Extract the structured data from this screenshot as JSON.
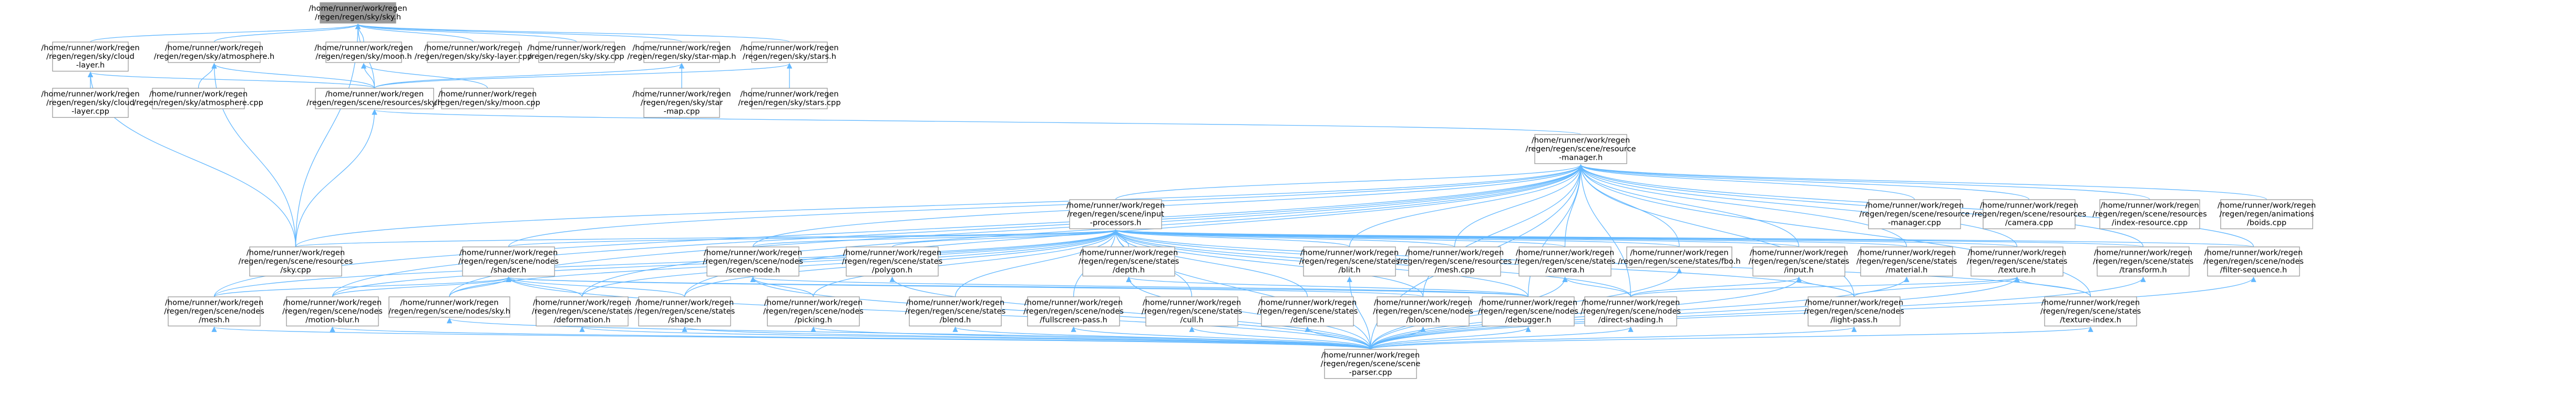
{
  "graph": {
    "colors": {
      "root_fill": "#999999",
      "node_fill": "#ffffff",
      "border": "#999999",
      "highlight_border": "#ff0000",
      "edge": "#63b8ff"
    },
    "nodes": [
      {
        "id": "sky_h",
        "lines": [
          "/home/runner/work/regen",
          "/regen/regen/sky/sky.h"
        ],
        "root": true
      },
      {
        "id": "cloud_layer_h",
        "lines": [
          "/home/runner/work/regen",
          "/regen/regen/sky/cloud",
          "-layer.h"
        ]
      },
      {
        "id": "atmosphere_h",
        "lines": [
          "/home/runner/work/regen",
          "/regen/regen/sky/atmosphere.h"
        ]
      },
      {
        "id": "moon_h",
        "lines": [
          "/home/runner/work/regen",
          "/regen/regen/sky/moon.h"
        ]
      },
      {
        "id": "sky_layer_cpp",
        "lines": [
          "/home/runner/work/regen",
          "/regen/regen/sky/sky-layer.cpp"
        ]
      },
      {
        "id": "sky_cpp",
        "lines": [
          "/home/runner/work/regen",
          "/regen/regen/sky/sky.cpp"
        ]
      },
      {
        "id": "star_map_h",
        "lines": [
          "/home/runner/work/regen",
          "/regen/regen/sky/star-map.h"
        ]
      },
      {
        "id": "stars_h",
        "lines": [
          "/home/runner/work/regen",
          "/regen/regen/sky/stars.h"
        ]
      },
      {
        "id": "cloud_layer_cpp",
        "lines": [
          "/home/runner/work/regen",
          "/regen/regen/sky/cloud",
          "-layer.cpp"
        ]
      },
      {
        "id": "atmosphere_cpp",
        "lines": [
          "/home/runner/work/regen",
          "/regen/regen/sky/atmosphere.cpp"
        ]
      },
      {
        "id": "res_sky_h",
        "lines": [
          "/home/runner/work/regen",
          "/regen/regen/scene/resources/sky.h"
        ]
      },
      {
        "id": "moon_cpp",
        "lines": [
          "/home/runner/work/regen",
          "/regen/regen/sky/moon.cpp"
        ]
      },
      {
        "id": "star_map_cpp",
        "lines": [
          "/home/runner/work/regen",
          "/regen/regen/sky/star",
          "-map.cpp"
        ]
      },
      {
        "id": "stars_cpp",
        "lines": [
          "/home/runner/work/regen",
          "/regen/regen/sky/stars.cpp"
        ]
      },
      {
        "id": "resource_manager_h",
        "lines": [
          "/home/runner/work/regen",
          "/regen/regen/scene/resource",
          "-manager.h"
        ]
      },
      {
        "id": "input_processors_h",
        "lines": [
          "/home/runner/work/regen",
          "/regen/regen/scene/input",
          "-processors.h"
        ],
        "highlight": true
      },
      {
        "id": "resource_manager_cpp",
        "lines": [
          "/home/runner/work/regen",
          "/regen/regen/scene/resource",
          "-manager.cpp"
        ]
      },
      {
        "id": "res_camera_cpp",
        "lines": [
          "/home/runner/work/regen",
          "/regen/regen/scene/resources",
          "/camera.cpp"
        ]
      },
      {
        "id": "res_index_resource_cpp",
        "lines": [
          "/home/runner/work/regen",
          "/regen/regen/scene/resources",
          "/index-resource.cpp"
        ]
      },
      {
        "id": "anim_boids_cpp",
        "lines": [
          "/home/runner/work/regen",
          "/regen/regen/animations",
          "/boids.cpp"
        ]
      },
      {
        "id": "res_sky_cpp",
        "lines": [
          "/home/runner/work/regen",
          "/regen/regen/scene/resources",
          "/sky.cpp"
        ]
      },
      {
        "id": "nodes_shader_h",
        "lines": [
          "/home/runner/work/regen",
          "/regen/regen/scene/nodes",
          "/shader.h"
        ]
      },
      {
        "id": "nodes_scene_node_h",
        "lines": [
          "/home/runner/work/regen",
          "/regen/regen/scene/nodes",
          "/scene-node.h"
        ],
        "highlight": true
      },
      {
        "id": "states_polygon_h",
        "lines": [
          "/home/runner/work/regen",
          "/regen/regen/scene/states",
          "/polygon.h"
        ]
      },
      {
        "id": "states_depth_h",
        "lines": [
          "/home/runner/work/regen",
          "/regen/regen/scene/states",
          "/depth.h"
        ]
      },
      {
        "id": "states_blit_h",
        "lines": [
          "/home/runner/work/regen",
          "/regen/regen/scene/states",
          "/blit.h"
        ]
      },
      {
        "id": "res_mesh_cpp",
        "lines": [
          "/home/runner/work/regen",
          "/regen/regen/scene/resources",
          "/mesh.cpp"
        ]
      },
      {
        "id": "states_camera_h",
        "lines": [
          "/home/runner/work/regen",
          "/regen/regen/scene/states",
          "/camera.h"
        ]
      },
      {
        "id": "states_fbo_h",
        "lines": [
          "/home/runner/work/regen",
          "/regen/regen/scene/states/fbo.h"
        ]
      },
      {
        "id": "states_input_h",
        "lines": [
          "/home/runner/work/regen",
          "/regen/regen/scene/states",
          "/input.h"
        ],
        "highlight": true
      },
      {
        "id": "states_material_h",
        "lines": [
          "/home/runner/work/regen",
          "/regen/regen/scene/states",
          "/material.h"
        ]
      },
      {
        "id": "states_texture_h",
        "lines": [
          "/home/runner/work/regen",
          "/regen/regen/scene/states",
          "/texture.h"
        ]
      },
      {
        "id": "states_transform_h",
        "lines": [
          "/home/runner/work/regen",
          "/regen/regen/scene/states",
          "/transform.h"
        ]
      },
      {
        "id": "nodes_filter_sequence_h",
        "lines": [
          "/home/runner/work/regen",
          "/regen/regen/scene/nodes",
          "/filter-sequence.h"
        ]
      },
      {
        "id": "nodes_mesh_h",
        "lines": [
          "/home/runner/work/regen",
          "/regen/regen/scene/nodes",
          "/mesh.h"
        ],
        "highlight": true
      },
      {
        "id": "nodes_motion_blur_h",
        "lines": [
          "/home/runner/work/regen",
          "/regen/regen/scene/nodes",
          "/motion-blur.h"
        ]
      },
      {
        "id": "nodes_sky_h",
        "lines": [
          "/home/runner/work/regen",
          "/regen/regen/scene/nodes/sky.h"
        ]
      },
      {
        "id": "states_deformation_h",
        "lines": [
          "/home/runner/work/regen",
          "/regen/regen/scene/states",
          "/deformation.h"
        ],
        "highlight": true
      },
      {
        "id": "states_shape_h",
        "lines": [
          "/home/runner/work/regen",
          "/regen/regen/scene/states",
          "/shape.h"
        ],
        "highlight": true
      },
      {
        "id": "nodes_picking_h",
        "lines": [
          "/home/runner/work/regen",
          "/regen/regen/scene/nodes",
          "/picking.h"
        ]
      },
      {
        "id": "states_blend_h",
        "lines": [
          "/home/runner/work/regen",
          "/regen/regen/scene/states",
          "/blend.h"
        ]
      },
      {
        "id": "nodes_fullscreen_pass_h",
        "lines": [
          "/home/runner/work/regen",
          "/regen/regen/scene/nodes",
          "/fullscreen-pass.h"
        ]
      },
      {
        "id": "states_cull_h",
        "lines": [
          "/home/runner/work/regen",
          "/regen/regen/scene/states",
          "/cull.h"
        ]
      },
      {
        "id": "states_define_h",
        "lines": [
          "/home/runner/work/regen",
          "/regen/regen/scene/states",
          "/define.h"
        ]
      },
      {
        "id": "nodes_bloom_h",
        "lines": [
          "/home/runner/work/regen",
          "/regen/regen/scene/nodes",
          "/bloom.h"
        ]
      },
      {
        "id": "nodes_debugger_h",
        "lines": [
          "/home/runner/work/regen",
          "/regen/regen/scene/nodes",
          "/debugger.h"
        ],
        "highlight": true
      },
      {
        "id": "nodes_direct_shading_h",
        "lines": [
          "/home/runner/work/regen",
          "/regen/regen/scene/nodes",
          "/direct-shading.h"
        ]
      },
      {
        "id": "nodes_light_pass_h",
        "lines": [
          "/home/runner/work/regen",
          "/regen/regen/scene/nodes",
          "/light-pass.h"
        ]
      },
      {
        "id": "states_texture_index_h",
        "lines": [
          "/home/runner/work/regen",
          "/regen/regen/scene/states",
          "/texture-index.h"
        ]
      },
      {
        "id": "scene_parser_cpp",
        "lines": [
          "/home/runner/work/regen",
          "/regen/regen/scene/scene",
          "-parser.cpp"
        ]
      }
    ],
    "edges": [
      [
        "cloud_layer_h",
        "sky_h"
      ],
      [
        "atmosphere_h",
        "sky_h"
      ],
      [
        "moon_h",
        "sky_h"
      ],
      [
        "sky_layer_cpp",
        "sky_h"
      ],
      [
        "sky_cpp",
        "sky_h"
      ],
      [
        "star_map_h",
        "sky_h"
      ],
      [
        "stars_h",
        "sky_h"
      ],
      [
        "res_sky_cpp",
        "sky_h"
      ],
      [
        "res_sky_h",
        "sky_h"
      ],
      [
        "cloud_layer_cpp",
        "cloud_layer_h"
      ],
      [
        "res_sky_h",
        "cloud_layer_h"
      ],
      [
        "res_sky_cpp",
        "cloud_layer_h"
      ],
      [
        "atmosphere_cpp",
        "atmosphere_h"
      ],
      [
        "res_sky_h",
        "atmosphere_h"
      ],
      [
        "res_sky_cpp",
        "atmosphere_h"
      ],
      [
        "res_sky_h",
        "moon_h"
      ],
      [
        "moon_cpp",
        "moon_h"
      ],
      [
        "res_sky_h",
        "star_map_h"
      ],
      [
        "star_map_cpp",
        "star_map_h"
      ],
      [
        "res_sky_h",
        "stars_h"
      ],
      [
        "stars_cpp",
        "stars_h"
      ],
      [
        "res_sky_cpp",
        "res_sky_h"
      ],
      [
        "resource_manager_h",
        "res_sky_h"
      ],
      [
        "input_processors_h",
        "resource_manager_h"
      ],
      [
        "resource_manager_cpp",
        "resource_manager_h"
      ],
      [
        "res_camera_cpp",
        "resource_manager_h"
      ],
      [
        "res_index_resource_cpp",
        "resource_manager_h"
      ],
      [
        "anim_boids_cpp",
        "resource_manager_h"
      ],
      [
        "res_sky_cpp",
        "resource_manager_h"
      ],
      [
        "res_mesh_cpp",
        "resource_manager_h"
      ],
      [
        "scene_parser_cpp",
        "resource_manager_h"
      ],
      [
        "nodes_shader_h",
        "resource_manager_h"
      ],
      [
        "nodes_scene_node_h",
        "resource_manager_h"
      ],
      [
        "states_camera_h",
        "resource_manager_h"
      ],
      [
        "states_fbo_h",
        "resource_manager_h"
      ],
      [
        "states_input_h",
        "resource_manager_h"
      ],
      [
        "states_material_h",
        "resource_manager_h"
      ],
      [
        "states_texture_h",
        "resource_manager_h"
      ],
      [
        "states_transform_h",
        "resource_manager_h"
      ],
      [
        "nodes_filter_sequence_h",
        "resource_manager_h"
      ],
      [
        "nodes_mesh_h",
        "resource_manager_h"
      ],
      [
        "states_blit_h",
        "resource_manager_h"
      ],
      [
        "nodes_bloom_h",
        "resource_manager_h"
      ],
      [
        "nodes_debugger_h",
        "resource_manager_h"
      ],
      [
        "nodes_direct_shading_h",
        "resource_manager_h"
      ],
      [
        "nodes_light_pass_h",
        "resource_manager_h"
      ],
      [
        "states_texture_index_h",
        "resource_manager_h"
      ],
      [
        "nodes_sky_h",
        "resource_manager_h"
      ],
      [
        "nodes_motion_blur_h",
        "resource_manager_h"
      ],
      [
        "states_deformation_h",
        "resource_manager_h"
      ],
      [
        "states_shape_h",
        "resource_manager_h"
      ],
      [
        "res_sky_cpp",
        "input_processors_h"
      ],
      [
        "nodes_shader_h",
        "input_processors_h"
      ],
      [
        "nodes_scene_node_h",
        "input_processors_h"
      ],
      [
        "states_polygon_h",
        "input_processors_h"
      ],
      [
        "states_depth_h",
        "input_processors_h"
      ],
      [
        "states_blit_h",
        "input_processors_h"
      ],
      [
        "res_mesh_cpp",
        "input_processors_h"
      ],
      [
        "states_camera_h",
        "input_processors_h"
      ],
      [
        "states_fbo_h",
        "input_processors_h"
      ],
      [
        "states_input_h",
        "input_processors_h"
      ],
      [
        "states_material_h",
        "input_processors_h"
      ],
      [
        "states_texture_h",
        "input_processors_h"
      ],
      [
        "states_transform_h",
        "input_processors_h"
      ],
      [
        "nodes_filter_sequence_h",
        "input_processors_h"
      ],
      [
        "nodes_mesh_h",
        "input_processors_h"
      ],
      [
        "nodes_motion_blur_h",
        "input_processors_h"
      ],
      [
        "nodes_sky_h",
        "input_processors_h"
      ],
      [
        "states_deformation_h",
        "input_processors_h"
      ],
      [
        "states_shape_h",
        "input_processors_h"
      ],
      [
        "nodes_picking_h",
        "input_processors_h"
      ],
      [
        "states_blend_h",
        "input_processors_h"
      ],
      [
        "nodes_fullscreen_pass_h",
        "input_processors_h"
      ],
      [
        "states_cull_h",
        "input_processors_h"
      ],
      [
        "states_define_h",
        "input_processors_h"
      ],
      [
        "nodes_bloom_h",
        "input_processors_h"
      ],
      [
        "nodes_debugger_h",
        "input_processors_h"
      ],
      [
        "nodes_direct_shading_h",
        "input_processors_h"
      ],
      [
        "nodes_light_pass_h",
        "input_processors_h"
      ],
      [
        "states_texture_index_h",
        "input_processors_h"
      ],
      [
        "scene_parser_cpp",
        "input_processors_h"
      ],
      [
        "nodes_mesh_h",
        "nodes_shader_h"
      ],
      [
        "nodes_motion_blur_h",
        "nodes_shader_h"
      ],
      [
        "nodes_sky_h",
        "nodes_shader_h"
      ],
      [
        "states_deformation_h",
        "nodes_shader_h"
      ],
      [
        "states_shape_h",
        "nodes_shader_h"
      ],
      [
        "nodes_bloom_h",
        "nodes_shader_h"
      ],
      [
        "nodes_debugger_h",
        "nodes_shader_h"
      ],
      [
        "scene_parser_cpp",
        "nodes_shader_h"
      ],
      [
        "nodes_picking_h",
        "nodes_scene_node_h"
      ],
      [
        "nodes_debugger_h",
        "nodes_scene_node_h"
      ],
      [
        "scene_parser_cpp",
        "nodes_scene_node_h"
      ],
      [
        "scene_parser_cpp",
        "states_polygon_h"
      ],
      [
        "nodes_debugger_h",
        "states_depth_h"
      ],
      [
        "scene_parser_cpp",
        "states_depth_h"
      ],
      [
        "scene_parser_cpp",
        "states_blit_h"
      ],
      [
        "scene_parser_cpp",
        "states_camera_h"
      ],
      [
        "nodes_direct_shading_h",
        "states_camera_h"
      ],
      [
        "scene_parser_cpp",
        "states_fbo_h"
      ],
      [
        "nodes_light_pass_h",
        "states_input_h"
      ],
      [
        "scene_parser_cpp",
        "states_input_h"
      ],
      [
        "nodes_direct_shading_h",
        "states_input_h"
      ],
      [
        "scene_parser_cpp",
        "states_material_h"
      ],
      [
        "states_texture_index_h",
        "states_texture_h"
      ],
      [
        "nodes_light_pass_h",
        "states_texture_h"
      ],
      [
        "nodes_direct_shading_h",
        "states_texture_h"
      ],
      [
        "scene_parser_cpp",
        "states_texture_h"
      ],
      [
        "scene_parser_cpp",
        "states_transform_h"
      ],
      [
        "scene_parser_cpp",
        "nodes_filter_sequence_h"
      ],
      [
        "scene_parser_cpp",
        "nodes_mesh_h"
      ],
      [
        "scene_parser_cpp",
        "nodes_motion_blur_h"
      ],
      [
        "scene_parser_cpp",
        "nodes_sky_h"
      ],
      [
        "scene_parser_cpp",
        "states_deformation_h"
      ],
      [
        "scene_parser_cpp",
        "states_shape_h"
      ],
      [
        "scene_parser_cpp",
        "nodes_picking_h"
      ],
      [
        "scene_parser_cpp",
        "states_blend_h"
      ],
      [
        "scene_parser_cpp",
        "nodes_fullscreen_pass_h"
      ],
      [
        "scene_parser_cpp",
        "states_cull_h"
      ],
      [
        "scene_parser_cpp",
        "states_define_h"
      ],
      [
        "scene_parser_cpp",
        "nodes_bloom_h"
      ],
      [
        "scene_parser_cpp",
        "nodes_debugger_h"
      ],
      [
        "scene_parser_cpp",
        "nodes_direct_shading_h"
      ],
      [
        "scene_parser_cpp",
        "nodes_light_pass_h"
      ],
      [
        "scene_parser_cpp",
        "states_texture_index_h"
      ]
    ]
  }
}
